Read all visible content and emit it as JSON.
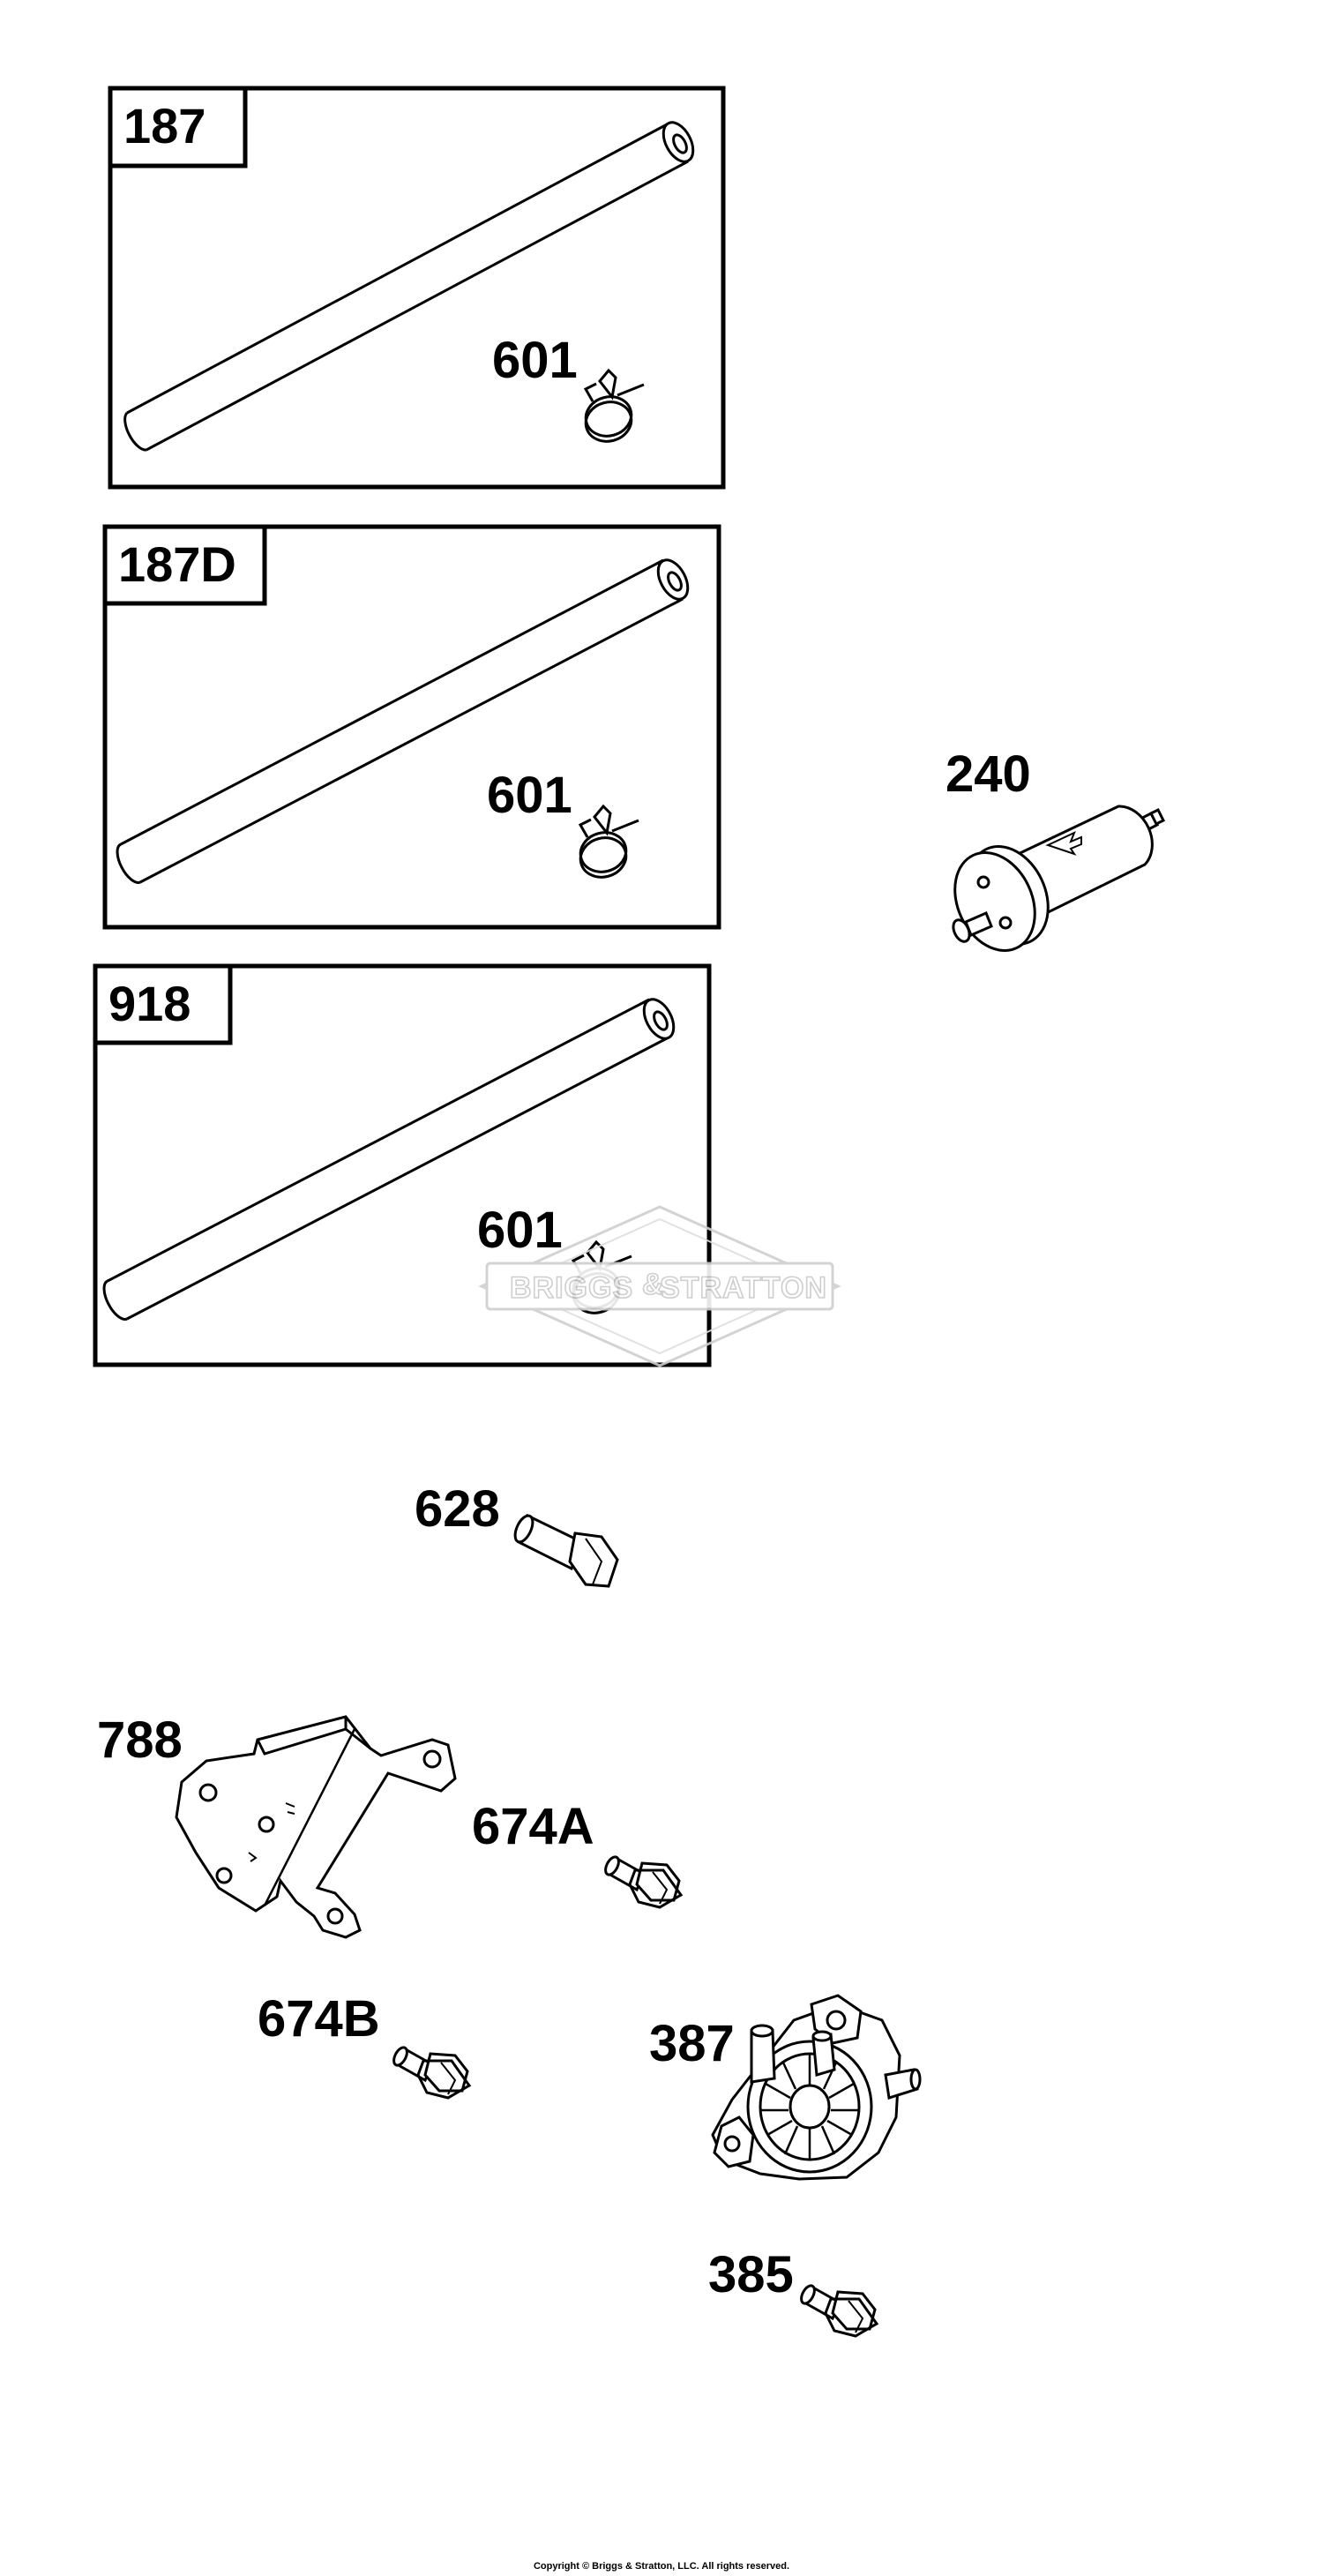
{
  "parts": {
    "p187": "187",
    "p187d": "187D",
    "p918": "918",
    "p601a": "601",
    "p601b": "601",
    "p601c": "601",
    "p240": "240",
    "p628": "628",
    "p788": "788",
    "p674a": "674A",
    "p674b": "674B",
    "p387": "387",
    "p385": "385"
  },
  "watermark": {
    "left": "BRIGGS",
    "amp": "&",
    "right": "STRATTON"
  },
  "copyright": "Copyright © Briggs & Stratton, LLC. All rights reserved."
}
